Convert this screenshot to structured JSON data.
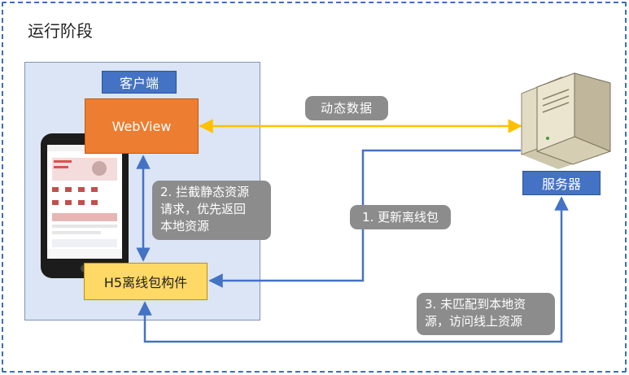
{
  "stage_title": "运行阶段",
  "client": {
    "label": "客户端"
  },
  "server": {
    "label": "服务器"
  },
  "webview": {
    "label": "WebView"
  },
  "h5_package": {
    "label": "H5离线包构件"
  },
  "edges": {
    "dynamic_data": "动态数据",
    "intercept": "2. 拦截静态资源\n请求，优先返回\n本地资源",
    "update": "1. 更新离线包",
    "no_match": "3. 未匹配到本地资\n源，访问线上资源"
  },
  "colors": {
    "frame": "#3d6fb6",
    "client_panel": "#dbe5f5",
    "label_blue": "#4472c4",
    "webview_orange": "#ed7d31",
    "package_yellow": "#ffd966",
    "arrow_yellow": "#ffc000",
    "arrow_blue": "#4472c4",
    "caption_gray": "#8c8c8c"
  },
  "icons": {
    "phone": "smartphone-icon",
    "server": "server-tower-icon"
  }
}
